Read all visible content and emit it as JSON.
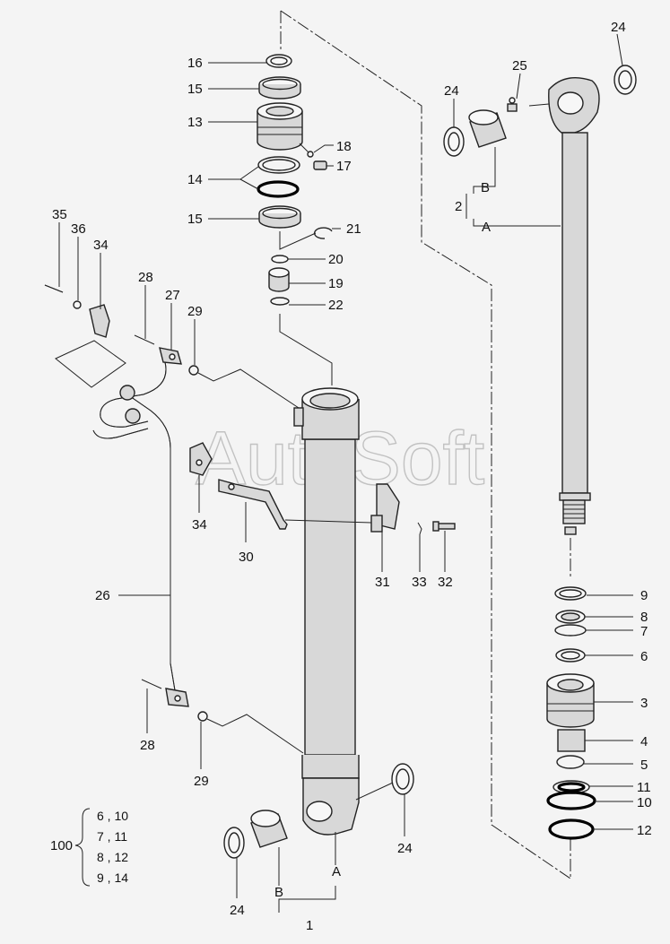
{
  "diagram": {
    "watermark": "AutoSoft",
    "part_numbers": {
      "p16": "16",
      "p15a": "15",
      "p13": "13",
      "p18": "18",
      "p17": "17",
      "p14": "14",
      "p15b": "15",
      "p21": "21",
      "p20": "20",
      "p19": "19",
      "p22": "22",
      "p35": "35",
      "p36": "36",
      "p34a": "34",
      "p28a": "28",
      "p27": "27",
      "p29a": "29",
      "p34b": "34",
      "p30": "30",
      "p31": "31",
      "p33": "33",
      "p32": "32",
      "p26": "26",
      "p28b": "28",
      "p29b": "29",
      "p24a": "24",
      "p24b": "24",
      "p24c": "24",
      "p24d": "24",
      "p25": "25",
      "p2": "2",
      "p2B": "B",
      "p2A": "A",
      "p9": "9",
      "p8": "8",
      "p7": "7",
      "p6": "6",
      "p3": "3",
      "p4": "4",
      "p5": "5",
      "p11": "11",
      "p10": "10",
      "p12": "12",
      "p1A": "A",
      "p1B": "B",
      "p1": "1"
    },
    "kit": {
      "number": "100",
      "rows": [
        "6 , 10",
        "7 , 11",
        "8 , 12",
        "9 , 14"
      ]
    }
  }
}
